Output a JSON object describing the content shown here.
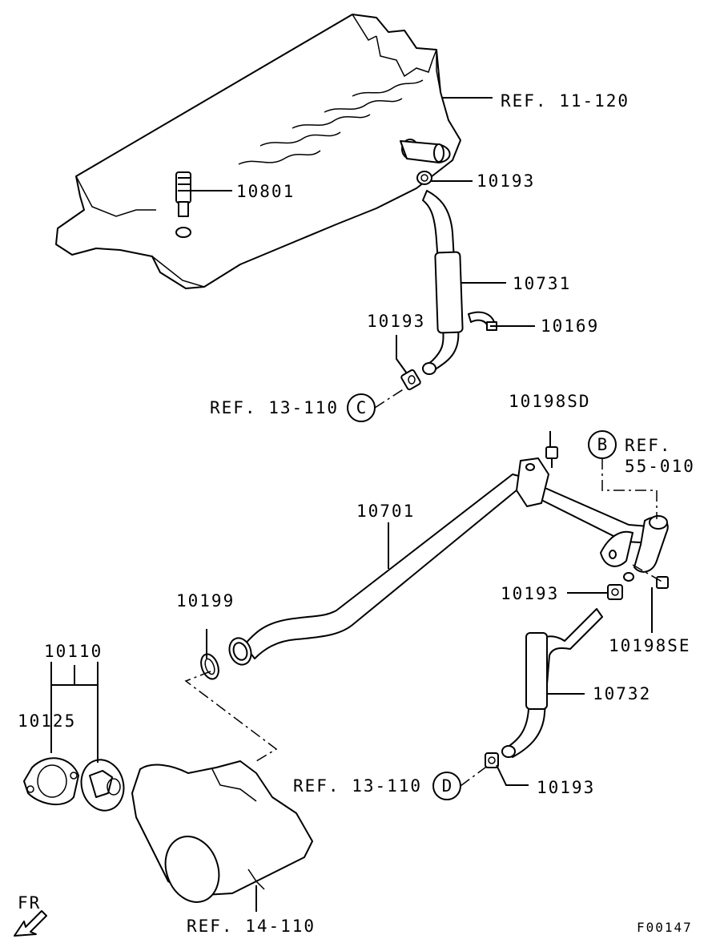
{
  "diagram": {
    "labels": {
      "ref_11_120": "REF. 11-120",
      "p10801": "10801",
      "p10193_top": "10193",
      "p10731": "10731",
      "p10169": "10169",
      "p10193_left": "10193",
      "ref_13_110_c": "REF. 13-110",
      "circle_c": "C",
      "p10198sd": "10198SD",
      "circle_b": "B",
      "ref_b_line1": "REF.",
      "ref_b_line2": "55-010",
      "p10701": "10701",
      "p10199": "10199",
      "p10193_mid": "10193",
      "p10198se": "10198SE",
      "p10110": "10110",
      "p10125": "10125",
      "p10732": "10732",
      "ref_13_110_d": "REF. 13-110",
      "circle_d": "D",
      "p10193_bottom": "10193",
      "fr": "FR",
      "ref_14_110": "REF. 14-110",
      "figure_code": "F00147"
    }
  }
}
